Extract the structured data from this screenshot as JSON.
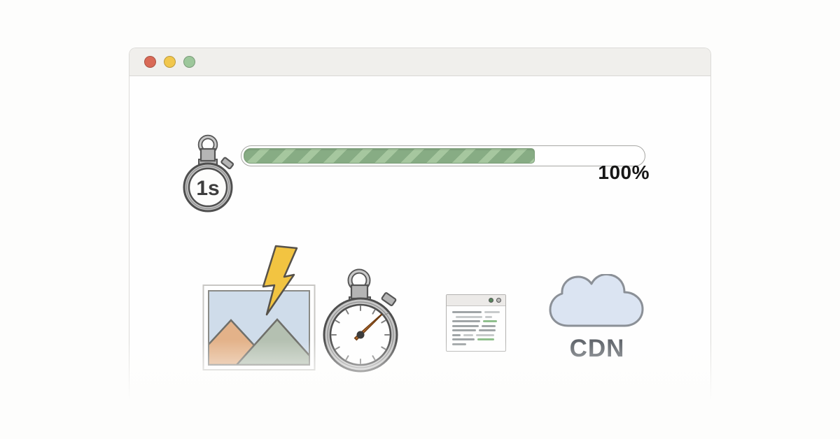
{
  "window": {
    "type": "browser-mockup",
    "traffic_lights": [
      {
        "name": "close"
      },
      {
        "name": "minimize"
      },
      {
        "name": "zoom"
      }
    ]
  },
  "loading": {
    "stopwatch_label": "1s",
    "progress_label": "100%",
    "progress_fill_percent": 73
  },
  "cdn": {
    "label": "CDN"
  },
  "icons": [
    "stopwatch-1s-icon",
    "progress-bar",
    "image-with-lightning-icon",
    "stopwatch-icon",
    "code-window-icon",
    "cdn-cloud-icon"
  ],
  "colors": {
    "traffic-red": "#d96a57",
    "traffic-yellow": "#f1c74d",
    "traffic-green": "#9dc79b",
    "progress-green": "#87ac84",
    "progress-green-light": "#a6c79f",
    "bolt-yellow": "#f2c441",
    "sky-blue": "#cfdcea",
    "mountain-tan": "#e3b289",
    "mountain-sage": "#b4c0b1",
    "cloud-blue": "#dbe4f2",
    "code-green": "#8fbf8c",
    "label-gray": "#5f646a",
    "ink": "#3d3d3d"
  },
  "code_window": {
    "lines": [
      {
        "indent": 0,
        "segments": [
          {
            "w": 42,
            "c": "gray"
          },
          {
            "w": 22,
            "c": "light"
          }
        ]
      },
      {
        "indent": 5,
        "segments": [
          {
            "w": 38,
            "c": "light"
          },
          {
            "w": 10,
            "c": "light"
          }
        ]
      },
      {
        "indent": 0,
        "segments": [
          {
            "w": 40,
            "c": "gray"
          },
          {
            "w": 20,
            "c": "green"
          }
        ]
      },
      {
        "indent": 0,
        "segments": [
          {
            "w": 38,
            "c": "gray"
          },
          {
            "w": 20,
            "c": "gray"
          }
        ]
      },
      {
        "indent": 0,
        "segments": [
          {
            "w": 34,
            "c": "gray"
          },
          {
            "w": 24,
            "c": "gray"
          }
        ]
      },
      {
        "indent": 0,
        "segments": [
          {
            "w": 12,
            "c": "gray"
          },
          {
            "w": 14,
            "c": "light"
          },
          {
            "w": 26,
            "c": "light"
          }
        ]
      },
      {
        "indent": 0,
        "segments": [
          {
            "w": 32,
            "c": "gray"
          },
          {
            "w": 24,
            "c": "green"
          }
        ]
      },
      {
        "indent": 0,
        "segments": [
          {
            "w": 20,
            "c": "gray"
          }
        ]
      }
    ]
  }
}
